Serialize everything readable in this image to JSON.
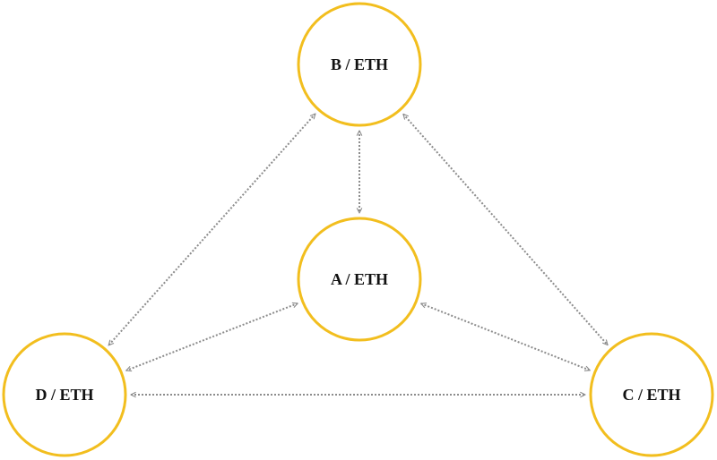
{
  "diagram": {
    "colors": {
      "node_stroke": "#F2BE1E",
      "edge": "#8C8C8C",
      "label": "#111111"
    },
    "nodes": [
      {
        "id": "B",
        "label": "B / ETH"
      },
      {
        "id": "A",
        "label": "A / ETH"
      },
      {
        "id": "D",
        "label": "D / ETH"
      },
      {
        "id": "C",
        "label": "C / ETH"
      }
    ],
    "edges": [
      {
        "from": "B",
        "to": "A",
        "direction": "both"
      },
      {
        "from": "B",
        "to": "D",
        "direction": "both"
      },
      {
        "from": "B",
        "to": "C",
        "direction": "both"
      },
      {
        "from": "A",
        "to": "D",
        "direction": "both"
      },
      {
        "from": "A",
        "to": "C",
        "direction": "both"
      },
      {
        "from": "D",
        "to": "C",
        "direction": "both"
      }
    ]
  }
}
